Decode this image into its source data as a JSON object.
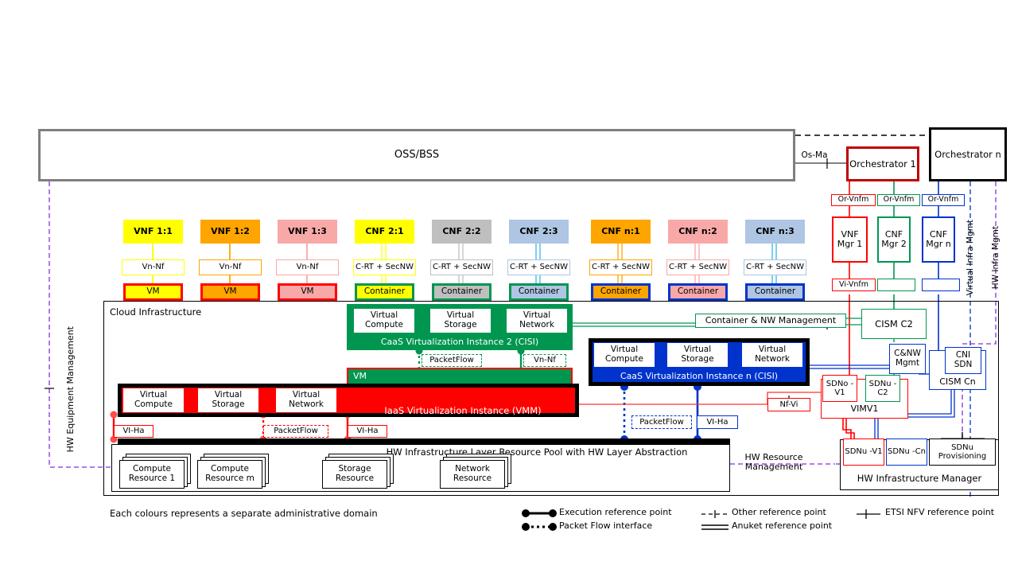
{
  "colors": {
    "yellow": "#ffff00",
    "orange": "#ffa500",
    "pink": "#f9a8a8",
    "grey": "#bfbfbf",
    "lightblue": "#aec5e3",
    "red": "#ff0000",
    "green": "#009650",
    "blue": "#0033cc",
    "black": "#000000",
    "darkgrey": "#7f7f7f",
    "purple": "#8a2be2"
  },
  "ossbss": {
    "label": "OSS/BSS"
  },
  "orchestrators": [
    {
      "name": "orchestrator-1",
      "label": "Orchestrator 1",
      "color": "#c00000"
    },
    {
      "name": "orchestrator-n",
      "label": "Orchestrator n",
      "color": "#000000"
    }
  ],
  "os_ma": {
    "label": "Os-Ma"
  },
  "functions": [
    {
      "name": "vnf-1-1",
      "label": "VNF 1:1",
      "fill": "#ffff00",
      "rp": "Vn-Nf",
      "rp_border": "#ffff00",
      "host": "VM",
      "host_fill": "#ffff00",
      "host_border": "#ff0000"
    },
    {
      "name": "vnf-1-2",
      "label": "VNF 1:2",
      "fill": "#ffa500",
      "rp": "Vn-Nf",
      "rp_border": "#ffa500",
      "host": "VM",
      "host_fill": "#ffa500",
      "host_border": "#ff0000"
    },
    {
      "name": "vnf-1-3",
      "label": "VNF 1:3",
      "fill": "#f9a8a8",
      "rp": "Vn-Nf",
      "rp_border": "#f9a8a8",
      "host": "VM",
      "host_fill": "#f9a8a8",
      "host_border": "#ff0000"
    },
    {
      "name": "cnf-2-1",
      "label": "CNF 2:1",
      "fill": "#ffff00",
      "rp": "C-RT + SecNW",
      "rp_border": "#ffff00",
      "host": "Container",
      "host_fill": "#ffff00",
      "host_border": "#009650"
    },
    {
      "name": "cnf-2-2",
      "label": "CNF 2:2",
      "fill": "#bfbfbf",
      "rp": "C-RT + SecNW",
      "rp_border": "#bfbfbf",
      "host": "Container",
      "host_fill": "#bfbfbf",
      "host_border": "#009650"
    },
    {
      "name": "cnf-2-3",
      "label": "CNF 2:3",
      "fill": "#aec5e3",
      "rp": "C-RT + SecNW",
      "rp_border": "#aec5e3",
      "host": "Container",
      "host_fill": "#aec5e3",
      "host_border": "#009650"
    },
    {
      "name": "cnf-n-1",
      "label": "CNF n:1",
      "fill": "#ffa500",
      "rp": "C-RT + SecNW",
      "rp_border": "#ffa500",
      "host": "Container",
      "host_fill": "#ffa500",
      "host_border": "#0033cc"
    },
    {
      "name": "cnf-n-2",
      "label": "CNF n:2",
      "fill": "#f9a8a8",
      "rp": "C-RT + SecNW",
      "rp_border": "#f9a8a8",
      "host": "Container",
      "host_fill": "#f9a8a8",
      "host_border": "#0033cc"
    },
    {
      "name": "cnf-n-3",
      "label": "CNF n:3",
      "fill": "#aec5e3",
      "rp": "C-RT + SecNW",
      "rp_border": "#aec5e3",
      "host": "Container",
      "host_fill": "#aec5e3",
      "host_border": "#0033cc"
    }
  ],
  "cloud": {
    "label": "Cloud Infrastructure"
  },
  "caas2": {
    "title": "CaaS Virtualization Instance 2 (CISI)",
    "resources": [
      "Virtual Compute",
      "Virtual Storage",
      "Virtual Network"
    ],
    "vm_label": "VM"
  },
  "caasn": {
    "title": "CaaS Virtualization Instance n (CISI)",
    "resources": [
      "Virtual Compute",
      "Virtual Storage",
      "Virtual Network"
    ]
  },
  "iaas": {
    "title": "IaaS Virtualization Instance (VMM)",
    "resources": [
      "Virtual Compute",
      "Virtual Storage",
      "Virtual Network"
    ]
  },
  "hwpool": {
    "title": "HW Infrastructure Layer Resource Pool with HW Layer Abstraction",
    "resources": [
      "Compute Resource 1",
      "Compute Resource m",
      "Storage Resource",
      "Network Resource"
    ]
  },
  "reference_points": {
    "packetflow": "PacketFlow",
    "vn_nf": "Vn-Nf",
    "vi_ha": "VI-Ha",
    "nf_vi": "Nf-Vi",
    "or_vnfm": "Or-Vnfm",
    "vi_vnfm": "Vi-Vnfm"
  },
  "managers": [
    {
      "name": "vnf-mgr-1",
      "label": "VNF Mgr 1",
      "color": "#ff0000"
    },
    {
      "name": "cnf-mgr-2",
      "label": "CNF Mgr 2",
      "color": "#009650"
    },
    {
      "name": "cnf-mgr-n",
      "label": "CNF Mgr n",
      "color": "#0033cc"
    }
  ],
  "right_side": {
    "container_nw_mgmt": "Container & NW Management",
    "cism_c2": "CISM C2",
    "cnw_mgmt": "C&NW Mgmt",
    "cism_cn": "CISM Cn",
    "cni_sdn": "CNI SDN",
    "sdno_v1": "SDNo -V1",
    "sdnu_c2": "SDNu -C2",
    "vimv1": "VIMV1",
    "sdnu_v1": "SDNu -V1",
    "sdnu_cn": "SDNu -Cn",
    "sdnu_provisioning": "SDNu Provisioning",
    "hw_infra_manager": "HW Infrastructure Manager"
  },
  "vertical_labels": {
    "hw_equipment_management": "HW Equipment Management",
    "virtual_infra_mgmt": "Virtual Infra Mgmt",
    "hw_infra_mgmt": "HW Infra Mgmt"
  },
  "hw_resource_management": "HW Resource Management",
  "footnote": "Each colours represents a separate administrative domain",
  "legend": [
    {
      "name": "execution-reference-point",
      "label": "Execution reference point",
      "style": "solid-dot"
    },
    {
      "name": "packet-flow-interface",
      "label": "Packet Flow interface",
      "style": "dotted-dot"
    },
    {
      "name": "other-reference-point",
      "label": "Other reference point",
      "style": "dashed-tick"
    },
    {
      "name": "anuket-reference-point",
      "label": "Anuket  reference point",
      "style": "double-line"
    },
    {
      "name": "etsi-nfv-reference-point",
      "label": "ETSI NFV reference point",
      "style": "solid-tick"
    }
  ]
}
